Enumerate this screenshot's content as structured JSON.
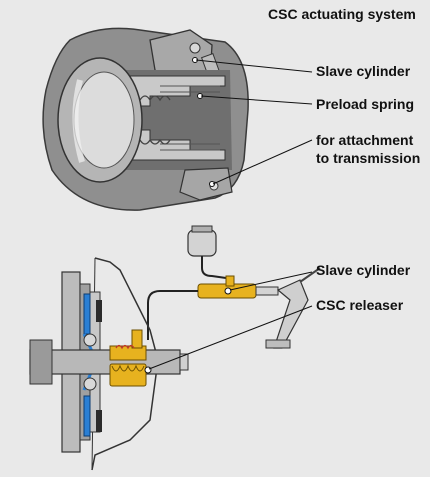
{
  "title": "CSC actuating system",
  "labels": {
    "slave_cylinder_top": "Slave cylinder",
    "preload_spring": "Preload spring",
    "attachment_line1": "for attachment",
    "attachment_line2": "to transmission",
    "slave_cylinder_bottom": "Slave cylinder",
    "csc_releaser": "CSC releaser"
  },
  "colors": {
    "background": "#e9e9e9",
    "housing": "#9a9a9a",
    "hydraulic_part": "#e7b21f",
    "clutch_disc": "#2a7fd4",
    "line": "#222222"
  }
}
